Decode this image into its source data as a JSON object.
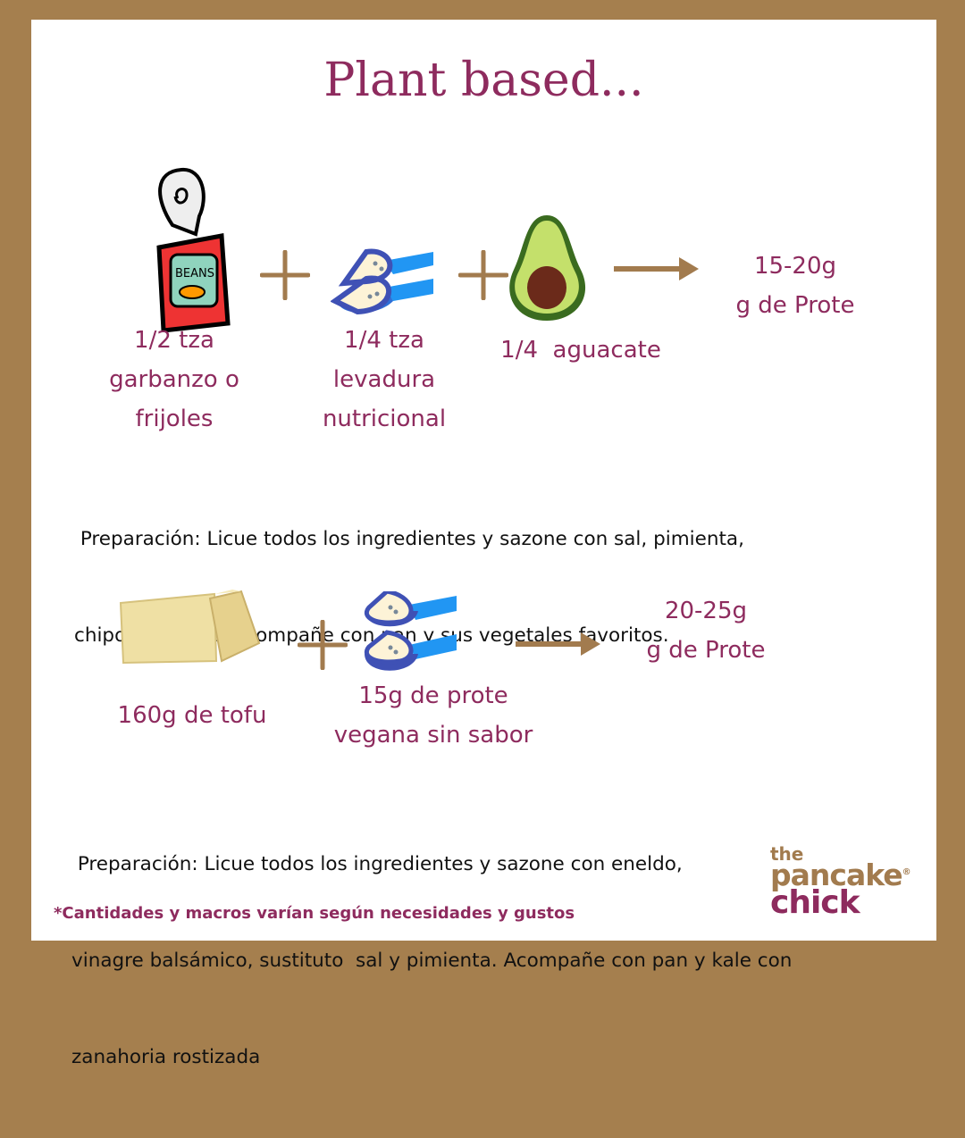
{
  "title": "Plant based...",
  "recipe1": {
    "ingredients": [
      {
        "icon": "beans-can-icon",
        "label": "1/2 tza\ngarbanzo o\nfrijoles",
        "lines": [
          "1/2 tza",
          "garbanzo o",
          "frijoles"
        ]
      },
      {
        "icon": "measuring-cups-icon",
        "lines": [
          "1/4 tza",
          "levadura",
          "nutricional"
        ]
      },
      {
        "icon": "avocado-icon",
        "lines": [
          "1/4  aguacate"
        ]
      }
    ],
    "can_label": "BEANS",
    "result": [
      "15-20g",
      "g de Prote"
    ],
    "preparation": [
      " Preparación: Licue todos los ingredientes y sazone con sal, pimienta,",
      "chipotle o chile. Acompañe con pan y sus vegetales favoritos."
    ]
  },
  "recipe2": {
    "ingredients": [
      {
        "icon": "tofu-icon",
        "lines": [
          "160g de tofu"
        ]
      },
      {
        "icon": "measuring-cups-icon",
        "lines": [
          "15g de prote",
          "vegana sin sabor"
        ]
      }
    ],
    "result": [
      "20-25g",
      "g de Prote"
    ],
    "preparation": [
      " Preparación: Licue todos los ingredientes y sazone con eneldo,",
      "vinagre balsámico, sustituto  sal y pimienta. Acompañe con pan y kale con",
      "zanahoria rostizada"
    ]
  },
  "footnote": "*Cantidades y macros varían según necesidades y gustos",
  "logo": {
    "line1": "the",
    "line2": "pancake",
    "line3": "chick",
    "mark": "®"
  },
  "colors": {
    "border": "#a57f4e",
    "accent": "#8e2b5e",
    "symbol": "#a27b4e"
  }
}
